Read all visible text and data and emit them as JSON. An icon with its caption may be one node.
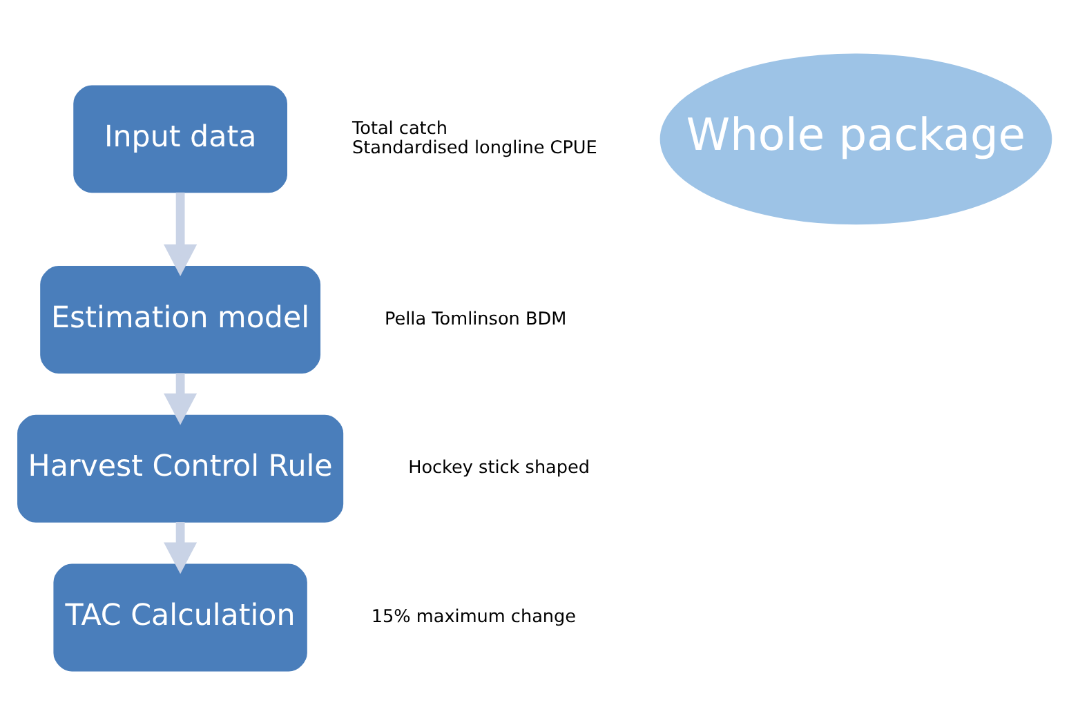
{
  "diagram": {
    "nodes": [
      {
        "text": [
          "Input data"
        ],
        "beside": [
          "Total catch",
          "Standardised longline CPUE"
        ]
      },
      {
        "text": [
          "Whole package"
        ]
      },
      {
        "text": [
          "Estimation model"
        ],
        "beside": [
          "Pella Tomlinson BDM"
        ]
      },
      {
        "text": [
          "Harvest Control Rule"
        ],
        "beside": [
          "Hockey stick shaped"
        ]
      },
      {
        "text": [
          "TAC Calculation"
        ],
        "beside": [
          "15% maximum change"
        ]
      }
    ],
    "edges": [
      {
        "from": 0,
        "to": 2,
        "arrow": "to"
      },
      {
        "from": 2,
        "to": 3,
        "arrow": "to"
      },
      {
        "from": 3,
        "to": 4,
        "arrow": "to"
      }
    ]
  }
}
